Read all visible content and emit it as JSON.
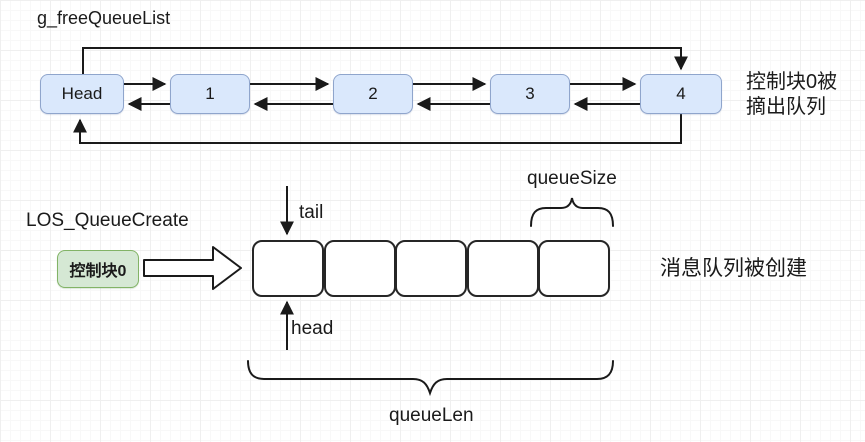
{
  "free_queue_list": {
    "label": "g_freeQueueList",
    "nodes": [
      "Head",
      "1",
      "2",
      "3",
      "4"
    ],
    "annotation_lines": [
      "控制块0被",
      "摘出队列"
    ]
  },
  "queue_create": {
    "label": "LOS_QueueCreate",
    "control_block_label": "控制块0",
    "tail_label": "tail",
    "head_label": "head",
    "queue_size_label": "queueSize",
    "queue_len_label": "queueLen",
    "annotation": "消息队列被创建",
    "cell_count": 5
  },
  "colors": {
    "node_fill": "#dae8fc",
    "node_border": "#8fa5cc",
    "control_block_fill": "#d5e8d4",
    "control_block_border": "#82b366",
    "line": "#1a1a1a"
  }
}
